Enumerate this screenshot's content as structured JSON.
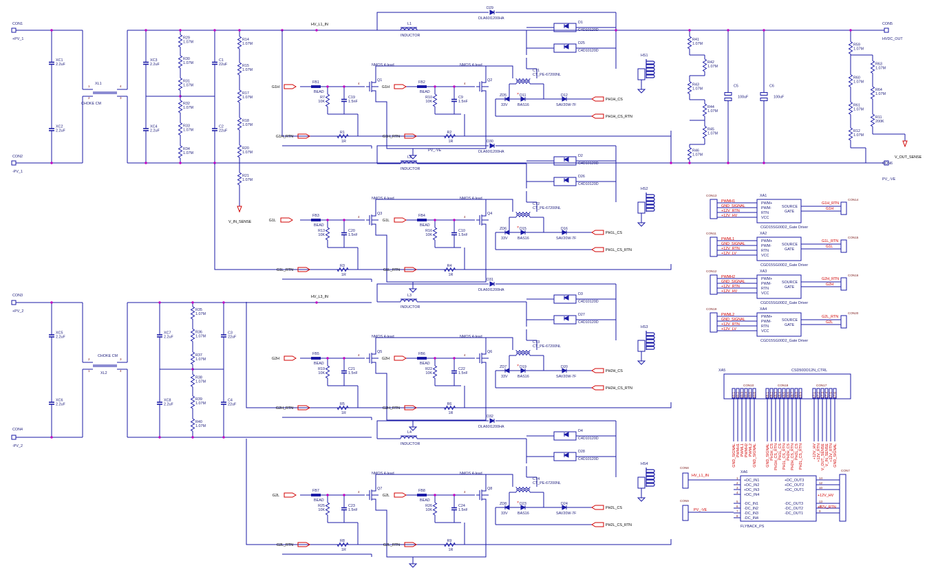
{
  "colors": {
    "wire": "#1a1aa6",
    "net_label": "#d00000",
    "junction": "#c000c0",
    "text": "#1a1a7a"
  },
  "connectors": {
    "con1": {
      "ref": "CON1",
      "net": "+PV_1"
    },
    "con2": {
      "ref": "CON2",
      "net": "-PV_1"
    },
    "con3": {
      "ref": "CON3",
      "net": "+PV_2"
    },
    "con4": {
      "ref": "CON4",
      "net": "-PV_2"
    },
    "con5": {
      "ref": "CON5",
      "net": "HVDC_OUT"
    },
    "con6": {
      "ref": "CON6",
      "net": "PV_-VE"
    }
  },
  "input1": {
    "xc1": {
      "ref": "XC1",
      "val": "2.2uF"
    },
    "xc2": {
      "ref": "XC2",
      "val": "2.2uF"
    },
    "xl1": {
      "ref": "XL1",
      "val": "CHOKE CM",
      "p1": "1",
      "p2": "2",
      "p3": "3",
      "p4": "4"
    },
    "xc3": {
      "ref": "XC3",
      "val": "2.2uF"
    },
    "xc4": {
      "ref": "XC4",
      "val": "2.2uF"
    },
    "r29": {
      "ref": "R29",
      "val": "1.07M"
    },
    "r30": {
      "ref": "R30",
      "val": "1.07M"
    },
    "r31": {
      "ref": "R31",
      "val": "1.07M"
    },
    "r32": {
      "ref": "R32",
      "val": "1.07M"
    },
    "r33": {
      "ref": "R33",
      "val": "1.07M"
    },
    "r34": {
      "ref": "R34",
      "val": "1.07M"
    },
    "c1": {
      "ref": "C1",
      "val": "22uF"
    },
    "c2": {
      "ref": "C2",
      "val": "22uF"
    },
    "r14": {
      "ref": "R14",
      "val": "1.07M"
    },
    "r15": {
      "ref": "R15",
      "val": "1.07M"
    },
    "r17": {
      "ref": "R17",
      "val": "1.07M"
    },
    "r18": {
      "ref": "R18",
      "val": "1.07M"
    },
    "r20": {
      "ref": "R20",
      "val": "1.07M"
    },
    "r21": {
      "ref": "R21",
      "val": "1.07M"
    },
    "sense": "V_IN_SENSE",
    "hv_net": "HV_L1_IN"
  },
  "input2": {
    "xc5": {
      "ref": "XC5",
      "val": "2.2uF"
    },
    "xc6": {
      "ref": "XC6",
      "val": "2.2uF"
    },
    "xl2": {
      "ref": "XL2",
      "val": "CHOKE CM",
      "p1": "1",
      "p2": "2",
      "p3": "3",
      "p4": "4"
    },
    "xc7": {
      "ref": "XC7",
      "val": "2.2uF"
    },
    "xc8": {
      "ref": "XC8",
      "val": "2.2uF"
    },
    "r35": {
      "ref": "R35",
      "val": "1.07M"
    },
    "r36": {
      "ref": "R36",
      "val": "1.07M"
    },
    "r37": {
      "ref": "R37",
      "val": "1.07M"
    },
    "r38": {
      "ref": "R38",
      "val": "1.07M"
    },
    "r39": {
      "ref": "R39",
      "val": "1.07M"
    },
    "r40": {
      "ref": "R40",
      "val": "1.07M"
    },
    "c3": {
      "ref": "C3",
      "val": "22uF"
    },
    "c4": {
      "ref": "C4",
      "val": "22uF"
    },
    "hv_net": "HV_L3_IN"
  },
  "stages": [
    {
      "dtop": {
        "ref": "D29",
        "val": "DLA60I1200HA"
      },
      "l": {
        "ref": "L1",
        "val": "INDUCTOR"
      },
      "da": {
        "ref": "D1",
        "val": "C4D10120D"
      },
      "db": {
        "ref": "D25",
        "val": "C4D10120D"
      },
      "ct": {
        "ref": "CT1",
        "val": "CT_PE-67200NL"
      },
      "hs": "HS1",
      "qa": {
        "ref": "Q1",
        "val": "NMOS 4-lead"
      },
      "qb": {
        "ref": "Q2",
        "val": "NMOS 4-lead"
      },
      "fba": {
        "ref": "FB1",
        "val": "BEAD"
      },
      "fbb": {
        "ref": "FB2",
        "val": "BEAD"
      },
      "rga": {
        "ref": "R7",
        "val": "10K"
      },
      "rgb": {
        "ref": "R10",
        "val": "10K"
      },
      "cga": {
        "ref": "C19",
        "val": "1.5nF"
      },
      "cgb": {
        "ref": "C9",
        "val": "1.5nF"
      },
      "rra": {
        "ref": "R1",
        "val": "1R"
      },
      "rrb": {
        "ref": "R2",
        "val": "1R"
      },
      "gate": "G1H",
      "rtn": "G1H_RTN",
      "zd": {
        "ref": "ZD5",
        "val": "33V"
      },
      "ds": {
        "ref": "D11",
        "val": "BAS16"
      },
      "dcs": {
        "ref": "D12",
        "val": "SAV20W-7F"
      },
      "cs": "PH1H_CS",
      "csr": "PH1H_CS_RTN",
      "gnd": "PV_-VE",
      "pin4": "4"
    },
    {
      "dtop": {
        "ref": "D30",
        "val": "DLA60I1200HA"
      },
      "l": {
        "ref": "L2",
        "val": "INDUCTOR"
      },
      "da": {
        "ref": "D2",
        "val": "C4D10120D"
      },
      "db": {
        "ref": "D26",
        "val": "C4D10120D"
      },
      "ct": {
        "ref": "CT2",
        "val": "CT_PE-67200NL"
      },
      "hs": "HS2",
      "qa": {
        "ref": "Q3",
        "val": "NMOS 4-lead"
      },
      "qb": {
        "ref": "Q4",
        "val": "NMOS 4-lead"
      },
      "fba": {
        "ref": "FB3",
        "val": "BEAD"
      },
      "fbb": {
        "ref": "FB4",
        "val": "BEAD"
      },
      "rga": {
        "ref": "R13",
        "val": "10K"
      },
      "rgb": {
        "ref": "R16",
        "val": "10K"
      },
      "cga": {
        "ref": "C20",
        "val": "1.5nF"
      },
      "cgb": {
        "ref": "C10",
        "val": "1.5nF"
      },
      "rra": {
        "ref": "R3",
        "val": "1R"
      },
      "rrb": {
        "ref": "R4",
        "val": "1R"
      },
      "gate": "G1L",
      "rtn": "G1L_RTN",
      "zd": {
        "ref": "ZD6",
        "val": "33V"
      },
      "ds": {
        "ref": "D15",
        "val": "BAS16"
      },
      "dcs": {
        "ref": "D16",
        "val": "SAV20W-7F"
      },
      "cs": "PH1L_CS",
      "csr": "PH1L_CS_RTN",
      "gnd": "",
      "pin4": "4"
    },
    {
      "dtop": {
        "ref": "D31",
        "val": "DLA60I1200HA"
      },
      "l": {
        "ref": "L3",
        "val": "INDUCTOR"
      },
      "da": {
        "ref": "D3",
        "val": "C4D10120D"
      },
      "db": {
        "ref": "D27",
        "val": "C4D10120D"
      },
      "ct": {
        "ref": "CT3",
        "val": "CT_PE-67200NL"
      },
      "hs": "HS3",
      "qa": {
        "ref": "Q5",
        "val": "NMOS 4-lead"
      },
      "qb": {
        "ref": "Q6",
        "val": "NMOS 4-lead"
      },
      "fba": {
        "ref": "FB5",
        "val": "BEAD"
      },
      "fbb": {
        "ref": "FB6",
        "val": "BEAD"
      },
      "rga": {
        "ref": "R19",
        "val": "10K"
      },
      "rgb": {
        "ref": "R22",
        "val": "10K"
      },
      "cga": {
        "ref": "C21",
        "val": "1.5nF"
      },
      "cgb": {
        "ref": "C22",
        "val": "1.5nF"
      },
      "rra": {
        "ref": "R5",
        "val": "1R"
      },
      "rrb": {
        "ref": "R6",
        "val": "1R"
      },
      "gate": "G2H",
      "rtn": "G2H_RTN",
      "zd": {
        "ref": "ZD7",
        "val": "33V"
      },
      "ds": {
        "ref": "D19",
        "val": "BAS16"
      },
      "dcs": {
        "ref": "D20",
        "val": "SAV20W-7F"
      },
      "cs": "PH2H_CS",
      "csr": "PH2H_CS_RTN",
      "gnd": "",
      "pin4": "4"
    },
    {
      "dtop": {
        "ref": "D32",
        "val": "DLA60I1200HA"
      },
      "l": {
        "ref": "L4",
        "val": "INDUCTOR"
      },
      "da": {
        "ref": "D4",
        "val": "C4D10120D"
      },
      "db": {
        "ref": "D28",
        "val": "C4D10120D"
      },
      "ct": {
        "ref": "CT4",
        "val": "CT_PE-67200NL"
      },
      "hs": "HS4",
      "qa": {
        "ref": "Q7",
        "val": "NMOS 4-lead"
      },
      "qb": {
        "ref": "Q8",
        "val": "NMOS 4-lead"
      },
      "fba": {
        "ref": "FB7",
        "val": "BEAD"
      },
      "fbb": {
        "ref": "FB8",
        "val": "BEAD"
      },
      "rga": {
        "ref": "R25",
        "val": "10K"
      },
      "rgb": {
        "ref": "R26",
        "val": "10K"
      },
      "cga": {
        "ref": "C23",
        "val": "1.5nF"
      },
      "cgb": {
        "ref": "C24",
        "val": "1.5nF"
      },
      "rra": {
        "ref": "R8",
        "val": "1R"
      },
      "rrb": {
        "ref": "R9",
        "val": "1R"
      },
      "gate": "G2L",
      "rtn": "G2L_RTN",
      "zd": {
        "ref": "ZD8",
        "val": "33V"
      },
      "ds": {
        "ref": "D23",
        "val": "BAS16"
      },
      "dcs": {
        "ref": "D24",
        "val": "SAV20W-7F"
      },
      "cs": "PH2L_CS",
      "csr": "PH2L_CS_RTN",
      "gnd": "",
      "pin4": "4"
    }
  ],
  "output": {
    "r41": {
      "ref": "R41",
      "val": "1.07M"
    },
    "r42": {
      "ref": "R42",
      "val": "1.07M"
    },
    "r43": {
      "ref": "R43",
      "val": "1.07M"
    },
    "r44": {
      "ref": "R44",
      "val": "1.07M"
    },
    "r45": {
      "ref": "R45",
      "val": "1.07M"
    },
    "r46": {
      "ref": "R46",
      "val": "1.07M"
    },
    "c5": {
      "ref": "C5",
      "val": "100uF"
    },
    "c6": {
      "ref": "C6",
      "val": "100uF"
    },
    "r59": {
      "ref": "R59",
      "val": "1.07M"
    },
    "r60": {
      "ref": "R60",
      "val": "1.07M"
    },
    "r61": {
      "ref": "R61",
      "val": "1.07M"
    },
    "r12": {
      "ref": "R12",
      "val": "1.07M"
    },
    "r63": {
      "ref": "R63",
      "val": "1.07M"
    },
    "r64": {
      "ref": "R64",
      "val": "1.07M"
    },
    "r11": {
      "ref": "R11",
      "val": "200K"
    },
    "sense": "V_OUT_SENSE"
  },
  "drivers": [
    {
      "ref": "XA1",
      "val": "CGD15SG00D2_Gate Driver",
      "conl": "CON13",
      "conr": "CON14",
      "pins": [
        "PWM+",
        "PWM-",
        "RTN",
        "VCC"
      ],
      "src": "SOURCE",
      "gate": "GATE",
      "nets_l": [
        "PWMH1",
        "GND_SIGNAL",
        "+12V_RTN",
        "+12V_HV"
      ],
      "out_rtn": "G1H_RTN",
      "out_g": "G1H"
    },
    {
      "ref": "XA2",
      "val": "CGD15SG00D2_Gate Driver",
      "conl": "CON11",
      "conr": "CON15",
      "pins": [
        "PWM+",
        "PWM-",
        "RTN",
        "VCC"
      ],
      "src": "SOURCE",
      "gate": "GATE",
      "nets_l": [
        "PWML1",
        "GND_SIGNAL",
        "+12V_RTN",
        "+12V_LV"
      ],
      "out_rtn": "G1L_RTN",
      "out_g": "G1L"
    },
    {
      "ref": "XA3",
      "val": "CGD15SG00D2_Gate Driver",
      "conl": "CON12",
      "conr": "CON16",
      "pins": [
        "PWM+",
        "PWM-",
        "RTN",
        "VCC"
      ],
      "src": "SOURCE",
      "gate": "GATE",
      "nets_l": [
        "PWMH2",
        "GND_SIGNAL",
        "+12V_RTN",
        "+12V_HV"
      ],
      "out_rtn": "G2H_RTN",
      "out_g": "G2H"
    },
    {
      "ref": "XA4",
      "val": "CGD15SG00D2_Gate Driver",
      "conl": "CON19",
      "conr": "CON20",
      "pins": [
        "PWM+",
        "PWM-",
        "RTN",
        "VCC"
      ],
      "src": "SOURCE",
      "gate": "GATE",
      "nets_l": [
        "PWML2",
        "GND_SIGNAL",
        "+12V_RTN",
        "+12V_LV"
      ],
      "out_rtn": "G2L_RTN",
      "out_g": "G2L"
    }
  ],
  "ctrl": {
    "ref": "XA5",
    "val": "CSD50DD12N_CTRL",
    "con10": {
      "ref": "CON10",
      "pins": [
        "10.1",
        "10.2",
        "10.3",
        "10.4",
        "10.5",
        "10.6"
      ],
      "nets": [
        "GND_SIGNAL",
        "PWMH1",
        "PWML1",
        "PWMH2",
        "PWML2",
        "GND_SIGNAL"
      ]
    },
    "con18": {
      "ref": "CON18",
      "pins": [
        "18.1",
        "18.2",
        "18.3",
        "18.4",
        "18.5",
        "18.6",
        "18.7",
        "18.8",
        "18.9"
      ],
      "nets": [
        "GND_SIGNAL",
        "PH1H_CS",
        "PH1H_CS_RTN",
        "PH1L_CS",
        "PH1L_CS_RTN",
        "PH2H_CS",
        "PH2H_CS_RTN",
        "PH2L_CS",
        "PH2L_CS_RTN"
      ]
    },
    "con17": {
      "ref": "CON17",
      "pins": [
        "17.1",
        "17.2",
        "17.3",
        "17.4",
        "17.5",
        "17.6"
      ],
      "nets": [
        "+12V_HV",
        "+12V_RTN",
        "V_OUT_SENSE",
        "V_IN_SENSE",
        "+12V_RTN",
        "GND_SIGNAL"
      ]
    }
  },
  "flyback": {
    "ref": "XA6",
    "val": "FLYBACK_PS",
    "con_in1": "CON8",
    "con_in2": "CON9",
    "con_out": "CON7",
    "net_in1": "HV_L1_IN",
    "net_in2": "PV_-VE",
    "left_pins": [
      "1",
      "2",
      "3",
      "4",
      "5",
      "6",
      "7",
      "8"
    ],
    "left": [
      "+DC_IN1",
      "+DC_IN2",
      "+DC_IN3",
      "+DC_IN4",
      "-DC_IN1",
      "-DC_IN2",
      "-DC_IN3",
      "-DC_IN4"
    ],
    "right_pins": [
      "14",
      "12",
      "10",
      "13",
      "11",
      "9"
    ],
    "right": [
      "+DC_OUT3",
      "+DC_OUT2",
      "+DC_OUT1",
      "-DC_OUT3",
      "-DC_OUT2",
      "-DC_OUT1"
    ],
    "out_hv": "+12V_HV",
    "out_rtn": "+12V_RTN"
  }
}
